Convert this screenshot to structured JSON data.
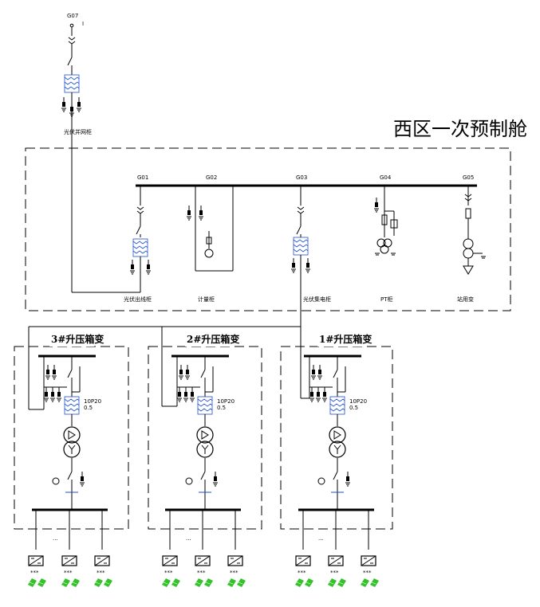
{
  "title": "西区一次预制舱",
  "incoming": {
    "id": "G07",
    "mark": "I",
    "label": "光伏并网柜"
  },
  "panels": [
    {
      "id": "G01",
      "label": "光伏出线柜"
    },
    {
      "id": "G02",
      "label": "计量柜"
    },
    {
      "id": "G03",
      "label": "光伏集电柜"
    },
    {
      "id": "G04",
      "label": "PT柜"
    },
    {
      "id": "G05",
      "label": "站用变"
    }
  ],
  "boxes": [
    {
      "label": "3#升压箱变",
      "ct1": "10P20",
      "ct2": "0.5"
    },
    {
      "label": "2#升压箱变",
      "ct1": "10P20",
      "ct2": "0.5"
    },
    {
      "label": "1#升压箱变",
      "ct1": "10P20",
      "ct2": "0.5"
    }
  ],
  "inverter_mark": "***",
  "feeder_mark": "...",
  "colors": {
    "line": "#000000",
    "ct": "#1f4fd0",
    "pv": "#35c22b"
  }
}
